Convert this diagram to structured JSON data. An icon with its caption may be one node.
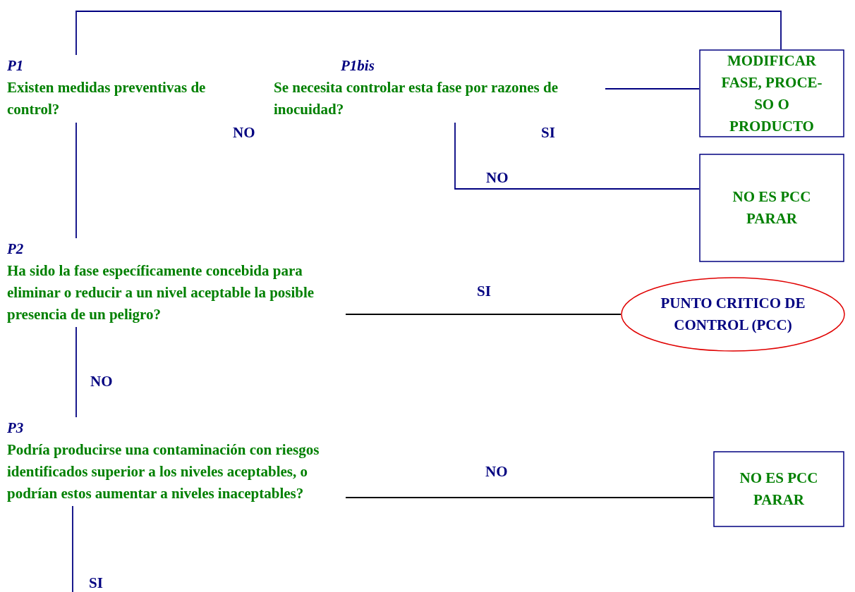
{
  "diagram": {
    "nodes": [
      {
        "text": [
          "P1",
          "Existen medidas preventivas de control?"
        ]
      },
      {
        "text": [
          "P1bis",
          "Se necesita controlar esta fase por razones de inocuidad?"
        ]
      },
      {
        "text": [
          "MODIFICAR FASE, PROCE-SO O PRODUCTO"
        ]
      },
      {
        "text": [
          "NO ES PCC PARAR"
        ]
      },
      {
        "text": [
          "P2",
          "Ha sido la fase específicamente concebida para eliminar o reducir a un nivel aceptable la posible presencia de un peligro?"
        ]
      },
      {
        "text": [
          "PUNTO CRITICO DE CONTROL (PCC)"
        ]
      },
      {
        "text": [
          "P3",
          "Podría producirse una contaminación con riesgos identificados superior a los niveles aceptables, o podrían estos aumentar a niveles inaceptables?"
        ]
      },
      {
        "text": [
          "NO ES PCC PARAR"
        ]
      }
    ],
    "edges": [
      {
        "from": 2,
        "to": 0,
        "arrow": "none"
      },
      {
        "from": 1,
        "to": 2,
        "arrow": "none",
        "label": "SI"
      },
      {
        "from": 1,
        "to": 3,
        "arrow": "none",
        "label": "NO"
      },
      {
        "from": 0,
        "to": 4,
        "arrow": "none"
      },
      {
        "from": 4,
        "to": 5,
        "arrow": "none",
        "label": "SI",
        "color": "#000000"
      },
      {
        "from": 4,
        "to": 6,
        "arrow": "none",
        "label": "NO"
      },
      {
        "from": 6,
        "to": 7,
        "arrow": "none",
        "label": "NO",
        "color": "#000000"
      },
      {
        "from": 6,
        "to": null,
        "arrow": "none",
        "label": "SI"
      }
    ],
    "labels": [
      "NO"
    ]
  }
}
